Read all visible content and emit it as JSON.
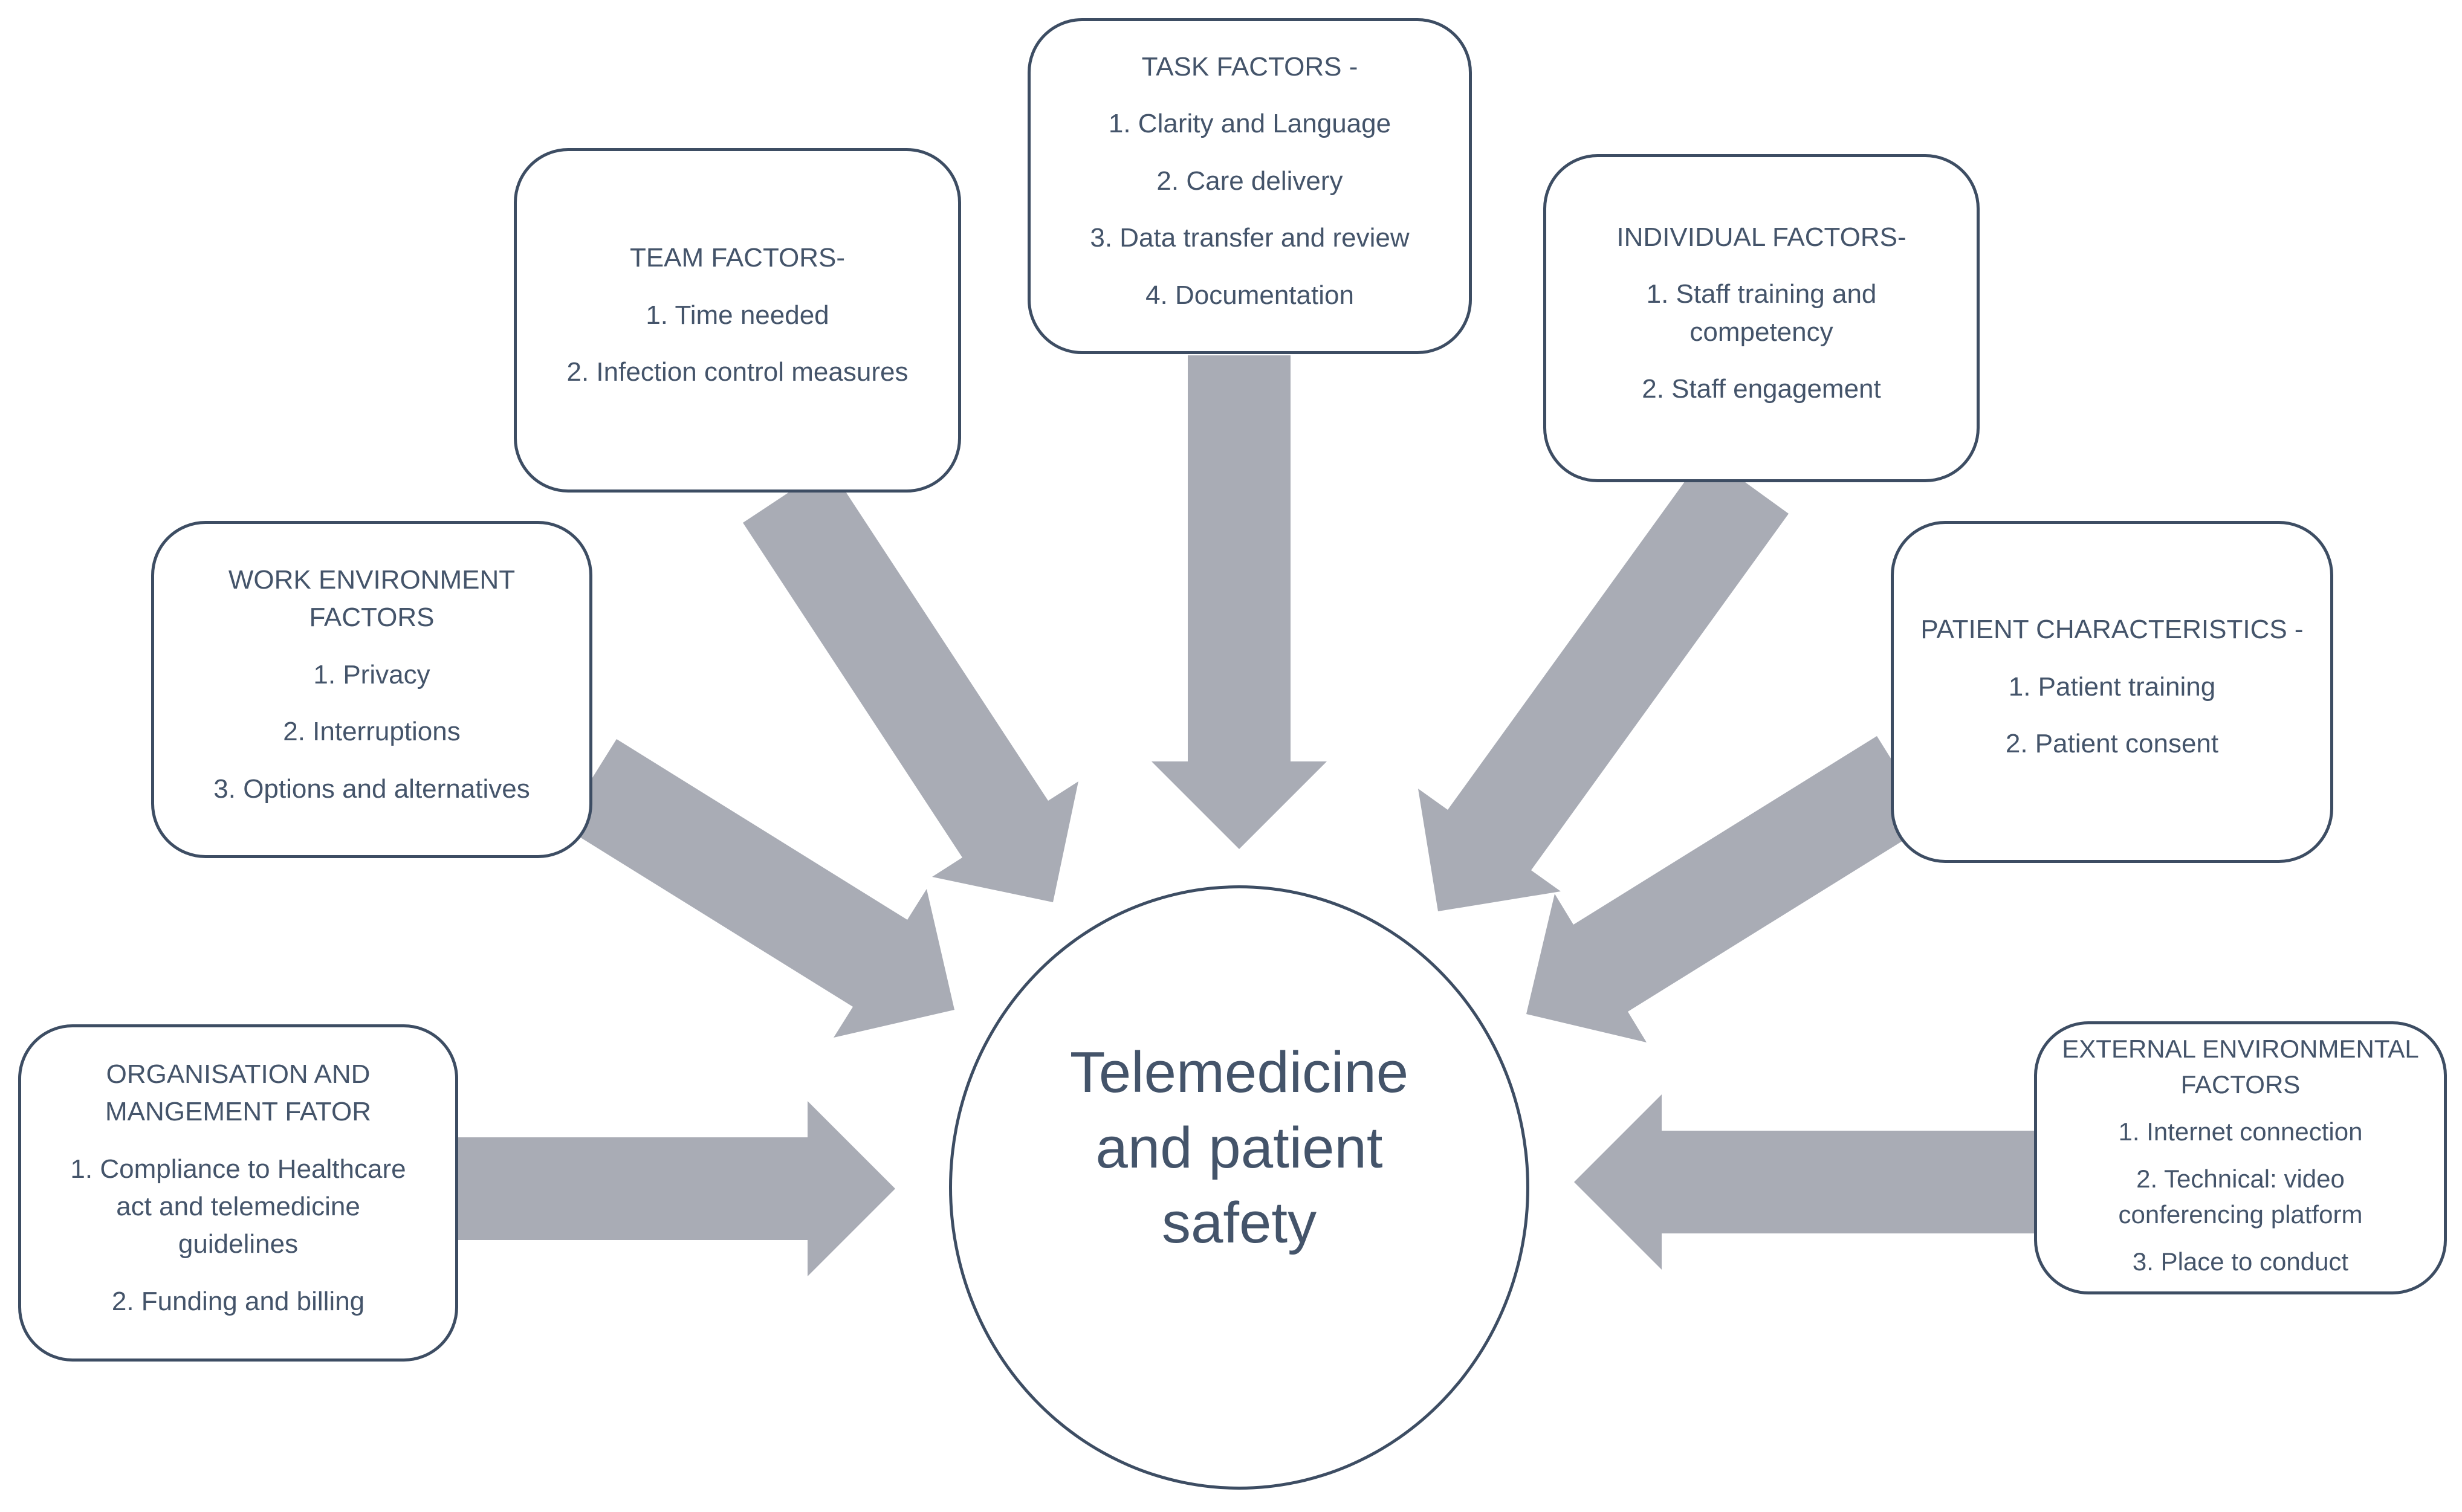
{
  "colors": {
    "border": "#3d4d63",
    "text": "#44546a",
    "arrow": "#a9acb5",
    "background": "#ffffff"
  },
  "center": {
    "label": "Telemedicine and patient safety"
  },
  "boxes": {
    "team": {
      "title": "TEAM FACTORS-",
      "items": [
        "1. Time needed",
        "2. Infection control measures"
      ]
    },
    "task": {
      "title": "TASK FACTORS -",
      "items": [
        "1. Clarity and Language",
        "2. Care delivery",
        "3. Data transfer and review",
        "4. Documentation"
      ]
    },
    "individual": {
      "title": "INDIVIDUAL FACTORS-",
      "items": [
        "1. Staff training and competency",
        "2. Staff engagement"
      ]
    },
    "work_environment": {
      "title": "WORK ENVIRONMENT FACTORS",
      "items": [
        "1. Privacy",
        "2. Interruptions",
        "3. Options and alternatives"
      ]
    },
    "patient_characteristics": {
      "title": "PATIENT CHARACTERISTICS -",
      "items": [
        "1. Patient training",
        "2. Patient consent"
      ]
    },
    "organisation": {
      "title": "ORGANISATION AND MANGEMENT FATOR",
      "items": [
        "1. Compliance to Healthcare act and telemedicine guidelines",
        "2. Funding and billing"
      ]
    },
    "external": {
      "title": "EXTERNAL ENVIRONMENTAL FACTORS",
      "items": [
        "1. Internet connection",
        "2. Technical: video conferencing platform",
        "3. Place to conduct"
      ]
    }
  },
  "connections": [
    {
      "from": "organisation",
      "to": "center"
    },
    {
      "from": "work_environment",
      "to": "center"
    },
    {
      "from": "team",
      "to": "center"
    },
    {
      "from": "task",
      "to": "center"
    },
    {
      "from": "individual",
      "to": "center"
    },
    {
      "from": "patient_characteristics",
      "to": "center"
    },
    {
      "from": "external",
      "to": "center"
    }
  ]
}
